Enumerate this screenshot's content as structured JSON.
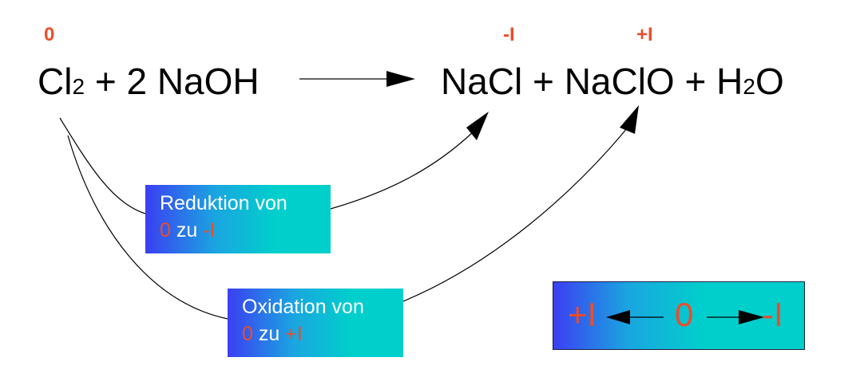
{
  "oxidation_states": {
    "cl2": "0",
    "nacl": "-I",
    "naclo": "+I"
  },
  "equation": {
    "left_cl": "Cl",
    "left_cl_sub": "2",
    "left_rest": "+ 2 NaOH",
    "right_nacl": "NaCl",
    "right_plus1": "+",
    "right_naclo": "NaClO",
    "right_plus2": "+ H",
    "right_h2o_sub": "2",
    "right_h2o_o": "O"
  },
  "reduction_box": {
    "line1": "Reduktion von",
    "from": "0",
    "mid": "zu",
    "to": "-I"
  },
  "oxidation_box": {
    "line1": "Oxidation von",
    "from": "0",
    "mid": "zu",
    "to": "+I"
  },
  "legend": {
    "left": "+I",
    "center": "0",
    "right": "-I"
  },
  "colors": {
    "accent_red": "#ec4d2a",
    "gradient_blue": "#3b3ff2",
    "gradient_cyan": "#00cfcb"
  }
}
